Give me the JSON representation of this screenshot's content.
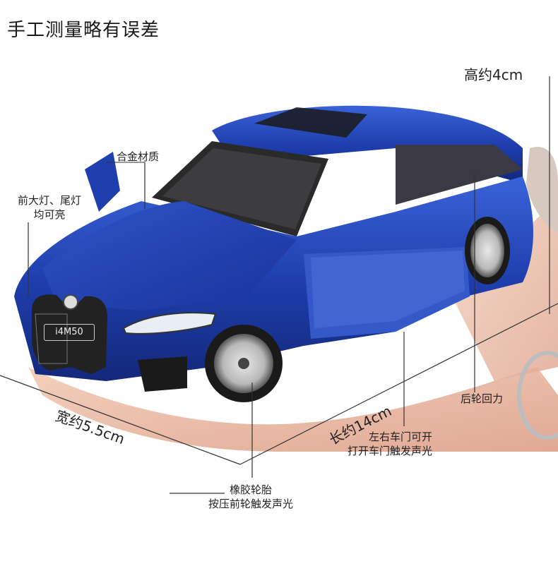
{
  "title": "手工测量略有误差",
  "dimensions": {
    "height": "高约4cm",
    "width": "宽约5.5cm",
    "length": "长约14cm"
  },
  "callouts": {
    "alloy": "合金材质",
    "lights_line1": "前大灯、尾灯",
    "lights_line2": "均可亮",
    "doors_line1": "左右车门可开",
    "doors_line2": "打开车门触发声光",
    "pullback": "后轮回力",
    "tires_line1": "橡胶轮胎",
    "tires_line2": "按压前轮触发声光"
  },
  "car": {
    "badge": "i4M50",
    "color": "#1f3fae"
  }
}
